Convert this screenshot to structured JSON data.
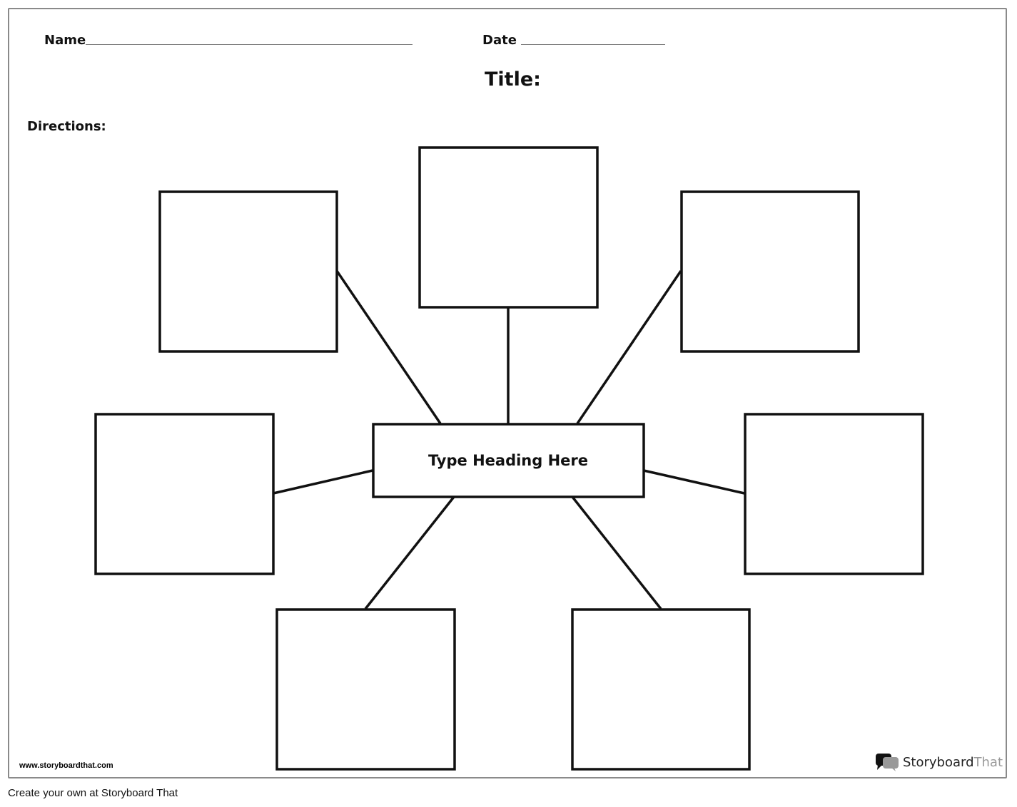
{
  "worksheet": {
    "name_label": "Name",
    "date_label": "Date",
    "title_label": "Title:",
    "directions_label": "Directions:",
    "center_heading": "Type Heading Here",
    "url": "www.storyboardthat.com",
    "logo": {
      "part1": "Storyboard",
      "part2": "That"
    }
  },
  "footer": {
    "text": "Create your own at Storyboard That"
  }
}
